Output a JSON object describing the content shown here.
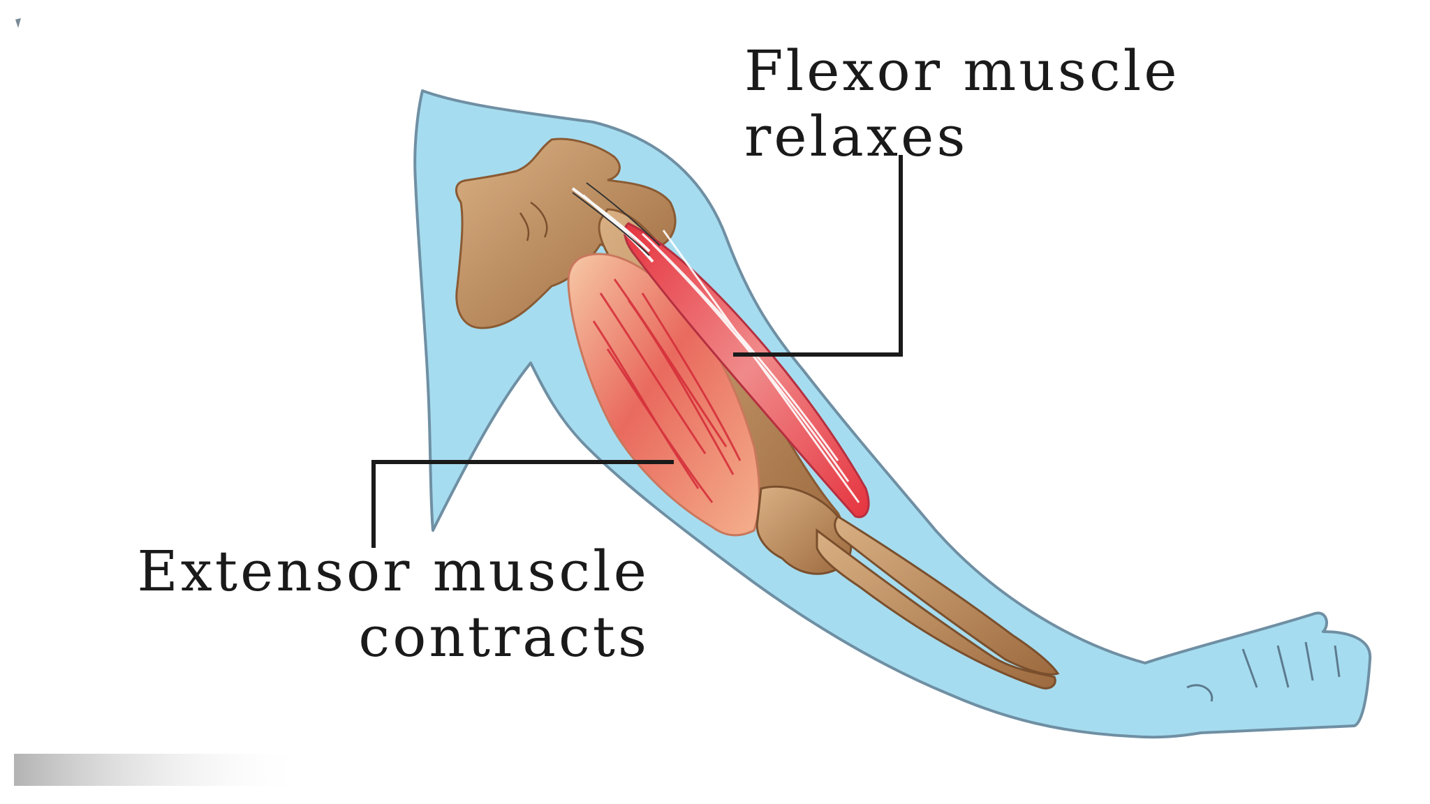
{
  "labels": {
    "flexor": {
      "line1": "Flexor muscle",
      "line2": "relaxes"
    },
    "extensor": {
      "line1": "Extensor muscle",
      "line2": "contracts"
    }
  },
  "colors": {
    "background": "#ffffff",
    "skin": "#a6dcef",
    "skin_outline": "#6f8fa3",
    "bone": "#c79a6b",
    "bone_dark": "#8a5a33",
    "muscle": "#e8474f",
    "muscle_light": "#f3b59a",
    "leader_line": "#1a1a1a"
  }
}
